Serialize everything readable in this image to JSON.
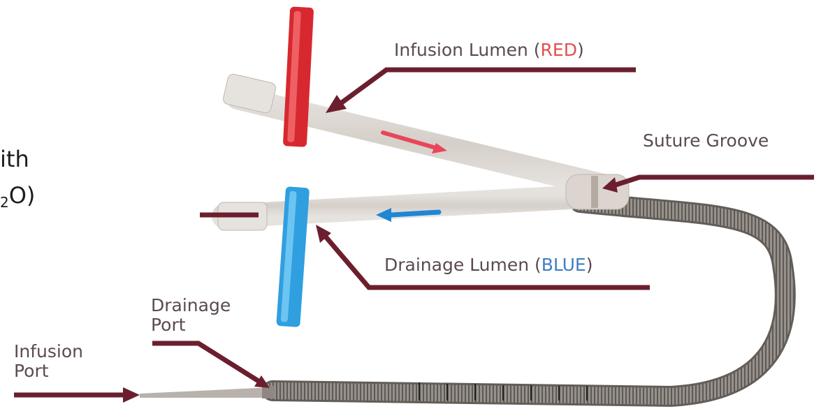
{
  "side_text": {
    "line1": "ith",
    "line2_pre": "",
    "line2_sub": "2",
    "line2_post": "O)"
  },
  "labels": {
    "infusion_lumen": {
      "text": "Infusion Lumen (",
      "accent": "RED",
      "close": ")"
    },
    "suture_groove": "Suture Groove",
    "drainage_lumen": {
      "text": "Drainage Lumen (",
      "accent": "BLUE",
      "close": ")"
    },
    "drainage_port": [
      "Drainage",
      "Port"
    ],
    "infusion_port": [
      "Infusion",
      "Port"
    ]
  },
  "colors": {
    "pointer": "#6b1f2e",
    "infusion_red": "#e0504f",
    "drainage_blue": "#3f7fc4",
    "clamp_red": "#d8282f",
    "clamp_blue": "#2f9fe0",
    "coil": "#8a8580",
    "tube": "#e8e3df"
  },
  "icons": {
    "infusion_arrow": "red-flow-arrow",
    "drainage_arrow": "blue-flow-arrow"
  }
}
